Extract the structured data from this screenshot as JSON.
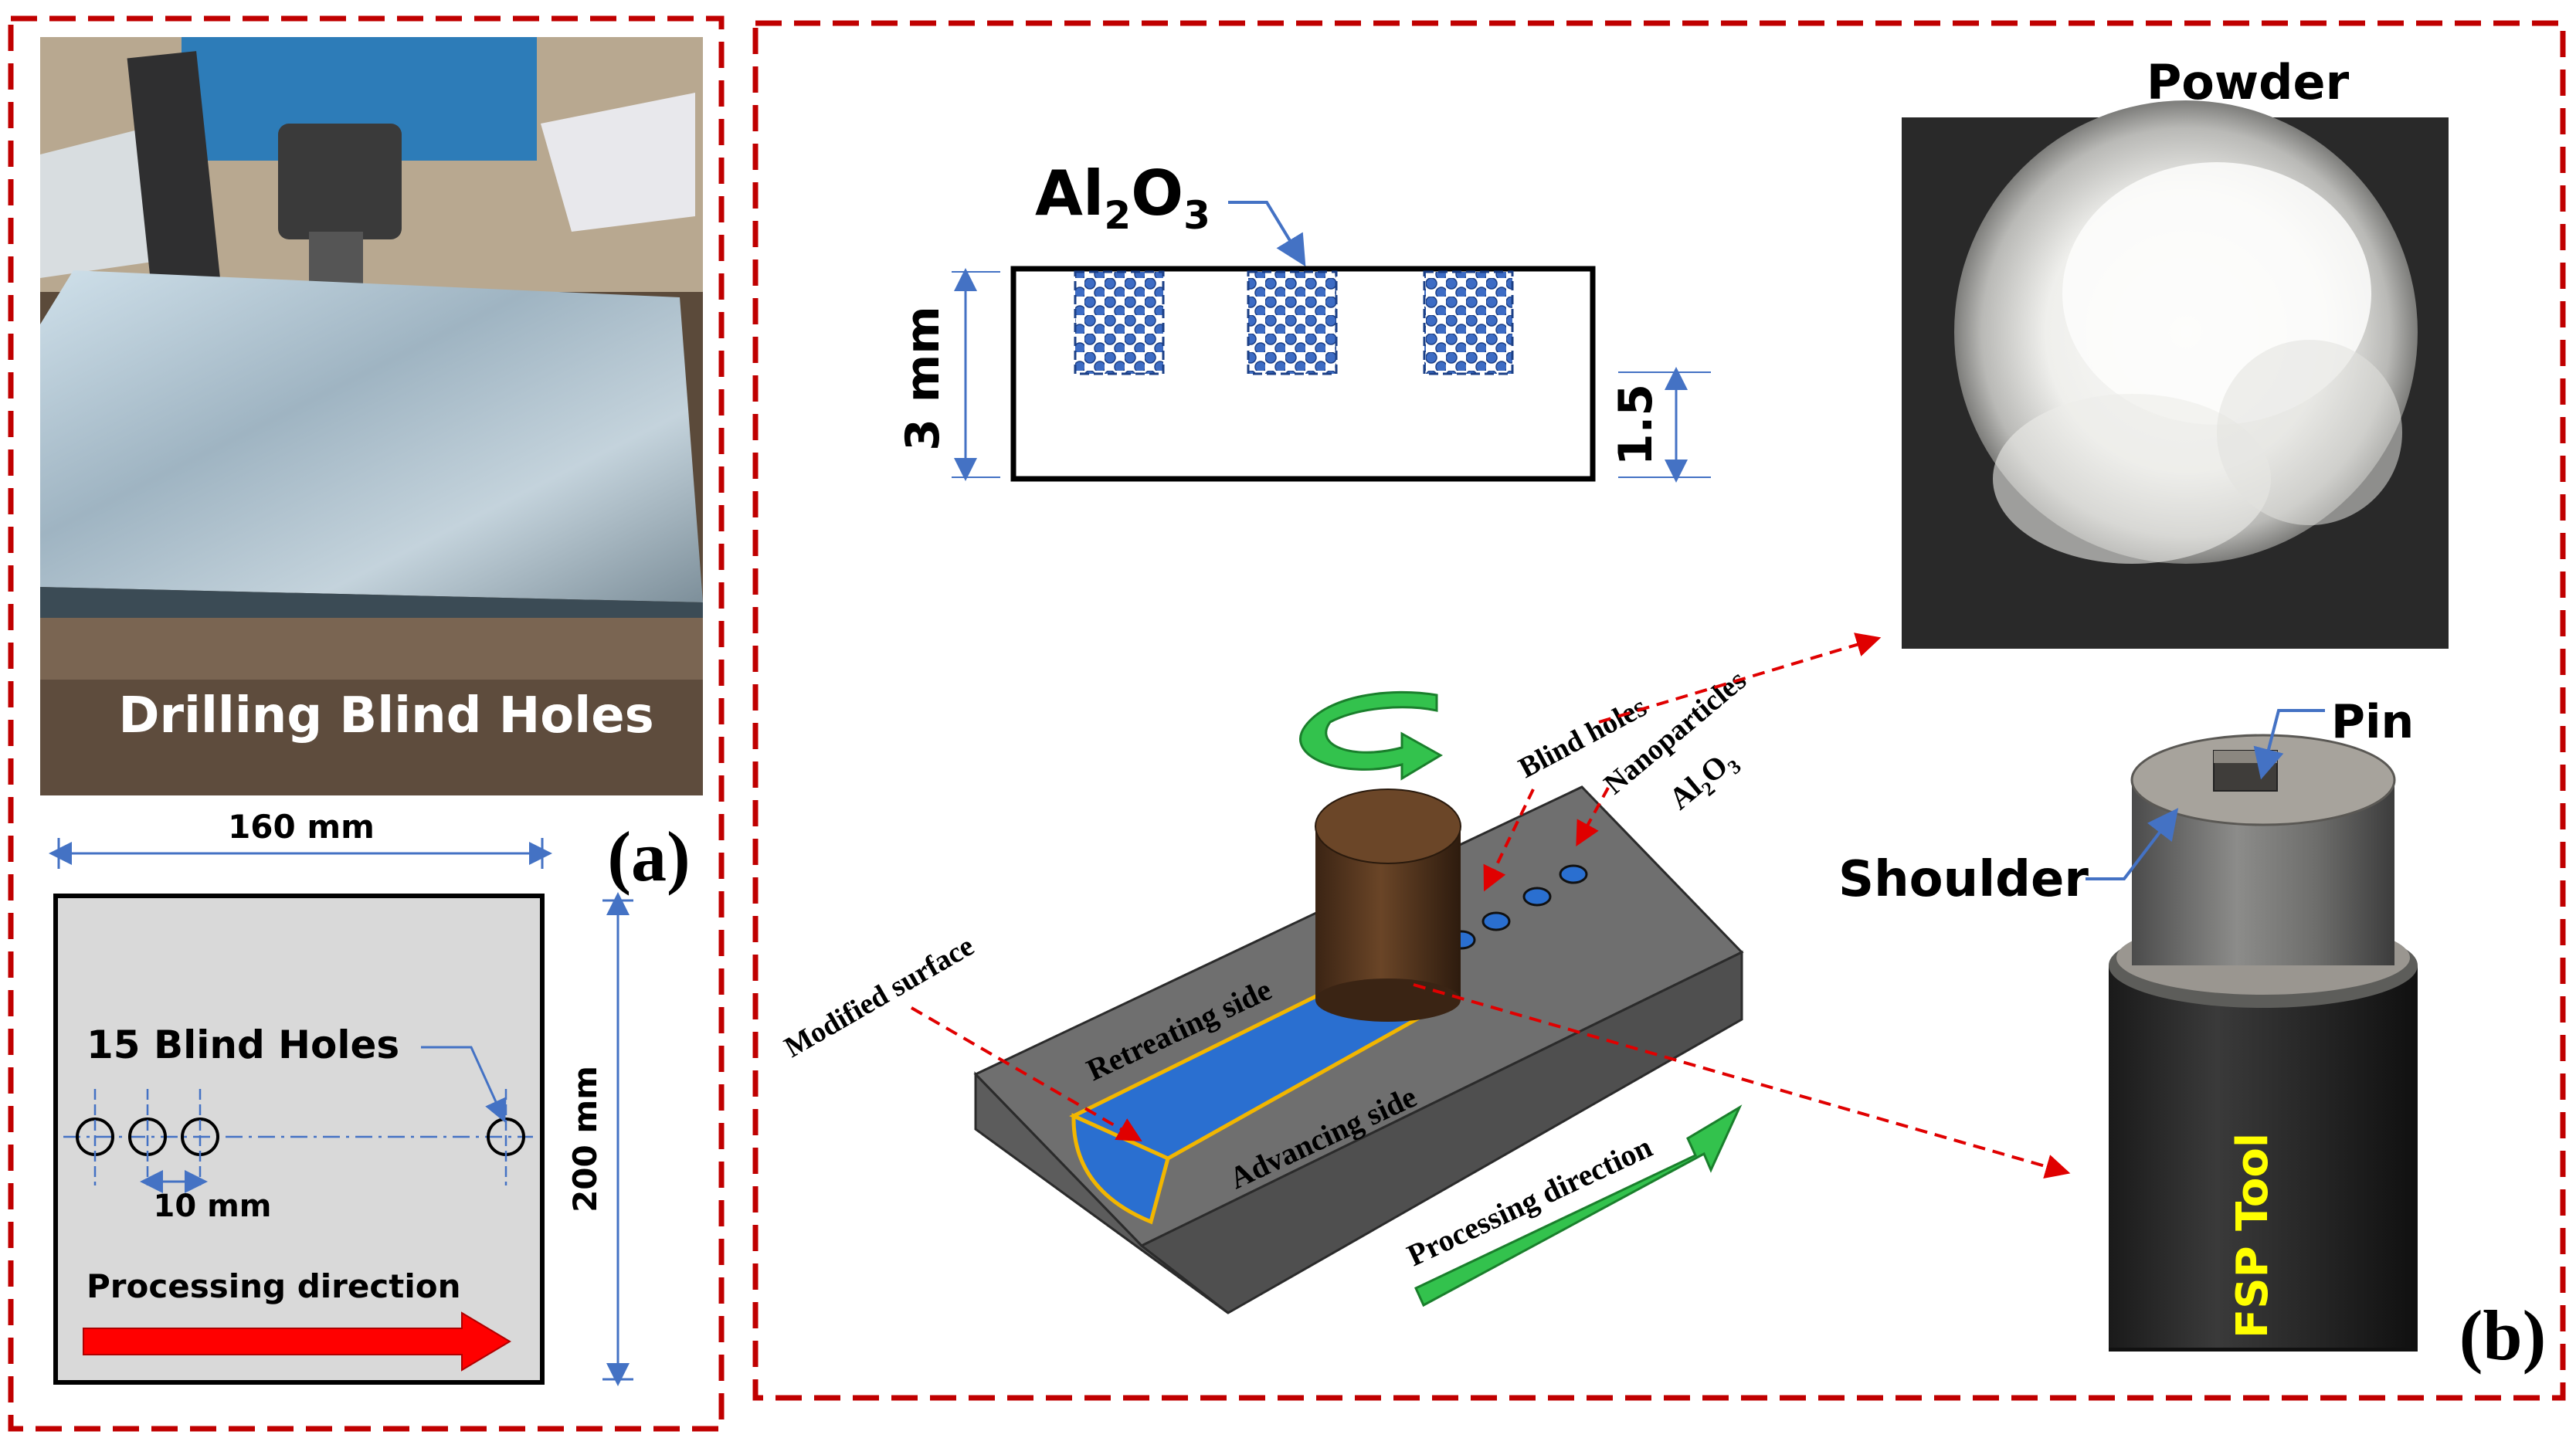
{
  "panel_a": {
    "photo_caption": "Drilling Blind Holes",
    "width_label": "160 mm",
    "height_label": "200 mm",
    "holes_label": "15 Blind Holes",
    "spacing_label": "10 mm",
    "direction_label": "Processing direction",
    "panel_letter": "(a)"
  },
  "panel_b": {
    "cross_section": {
      "material_prefix": "Al",
      "material_sub1": "2",
      "material_mid": "O",
      "material_sub2": "3",
      "thickness_label": "3 mm",
      "depth_label": "1.5"
    },
    "powder_label": "Powder",
    "iso": {
      "blind_holes_label": "Blind holes",
      "nanoparticles_label": "Nanoparticles",
      "np_prefix": "Al",
      "np_sub1": "2",
      "np_mid": "O",
      "np_sub2": "3",
      "modified_surface_label": "Modified surface",
      "retreating_label": "Retreating side",
      "advancing_label": "Advancing side",
      "direction_label": "Processing direction"
    },
    "tool": {
      "pin_label": "Pin",
      "shoulder_label": "Shoulder",
      "tool_label": "FSP Tool"
    },
    "panel_letter": "(b)"
  },
  "colors": {
    "frame_red": "#c00000",
    "dimension_blue": "#4472c4",
    "particle_blue": "#3d6cc4",
    "modified_blue": "#2a6fd0",
    "green_arrow": "#33c24d",
    "tool_brown": "#5a3a22",
    "block_gray": "#6e6e6e",
    "sheet_gray": "#d9d9d9"
  }
}
